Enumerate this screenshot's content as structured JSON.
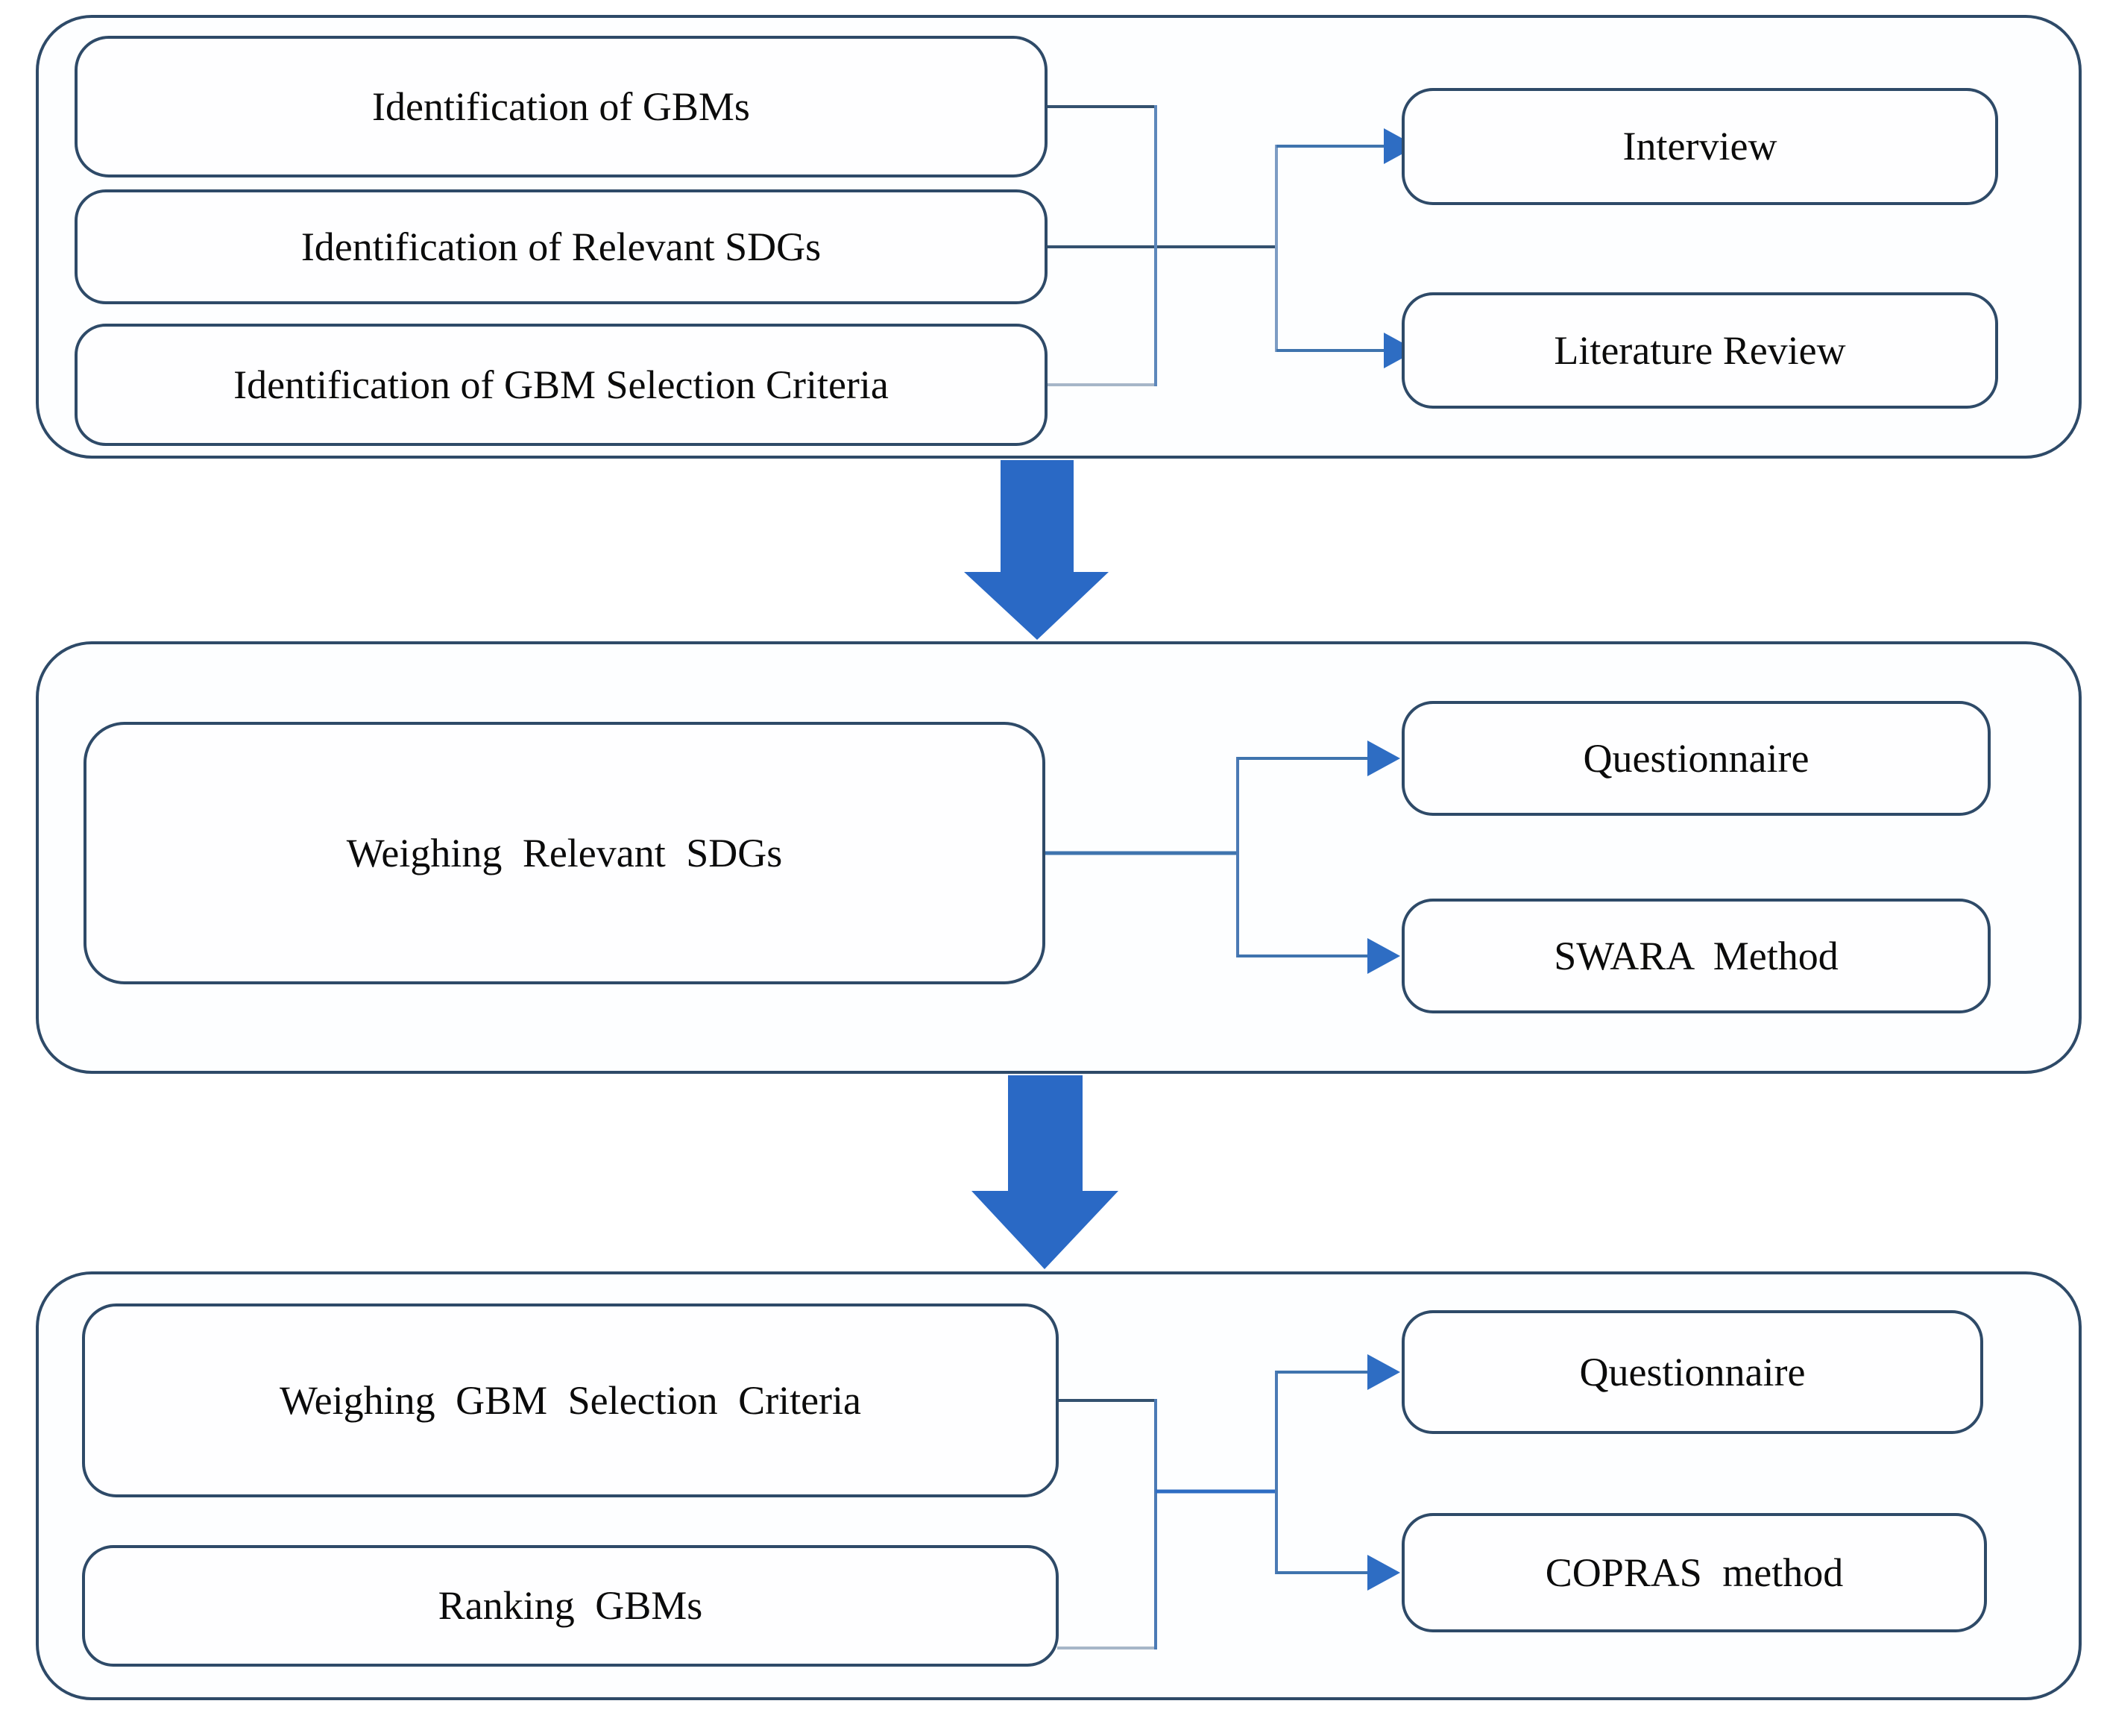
{
  "diagram": {
    "stage1": {
      "inputs": [
        "Identification of GBMs",
        "Identification of Relevant SDGs",
        "Identification of GBM Selection Criteria"
      ],
      "methods": [
        "Interview",
        "Literature Review"
      ]
    },
    "stage2": {
      "inputs": [
        "Weighing Relevant SDGs"
      ],
      "methods": [
        "Questionnaire",
        "SWARA Method"
      ]
    },
    "stage3": {
      "inputs": [
        "Weighing GBM Selection Criteria",
        "Ranking GBMs"
      ],
      "methods": [
        "Questionnaire",
        "COPRAS method"
      ]
    }
  },
  "colors": {
    "background": "#ffffff",
    "container_border": "#2e4a68",
    "box_border": "#2e4a68",
    "text": "#0b0b0b",
    "connector_dark": "#34516f",
    "connector_medium": "#4b7ab5",
    "connector_blue": "#3f74ae",
    "connector_light": "#a6b6c8",
    "connector_bus1": "#5d87bb",
    "connector_bus2": "#7d9cc4",
    "connector_bright": "#2e6dc3",
    "arrowhead": "#2e6dc3",
    "big_arrow": "#2a69c5"
  }
}
